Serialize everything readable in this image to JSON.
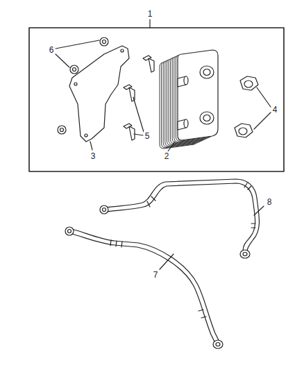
{
  "diagram": {
    "labels": [
      "1",
      "6",
      "4",
      "5",
      "3",
      "2",
      "8",
      "7"
    ]
  }
}
